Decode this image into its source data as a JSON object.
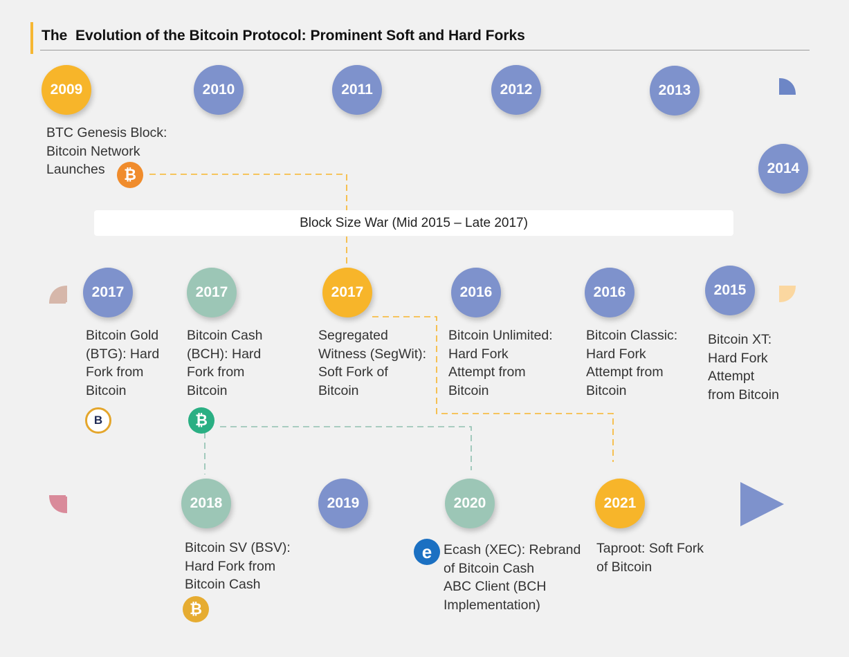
{
  "title": "The  Evolution of the Bitcoin Protocol: Prominent Soft and Hard Forks",
  "colors": {
    "blue": "#7e92cc",
    "orange": "#f7b52a",
    "teal": "#9cc6b6",
    "btc_orange": "#f08c2c",
    "bch_green": "#2aaf83",
    "bsv_gold": "#e6ac31",
    "ecash_blue": "#1b70c2"
  },
  "block_size_war": "Block Size War (Mid 2015 – Late 2017)",
  "milestones": [
    {
      "year": "2009",
      "color": "#f7b52a"
    },
    {
      "year": "2010",
      "color": "#7e92cc"
    },
    {
      "year": "2011",
      "color": "#7e92cc"
    },
    {
      "year": "2012",
      "color": "#7e92cc"
    },
    {
      "year": "2013",
      "color": "#7e92cc"
    },
    {
      "year": "2014",
      "color": "#7e92cc"
    },
    {
      "year": "2015",
      "color": "#7e92cc"
    },
    {
      "year": "2016",
      "color": "#7e92cc"
    },
    {
      "year": "2016",
      "color": "#7e92cc"
    },
    {
      "year": "2017",
      "color": "#f7b52a"
    },
    {
      "year": "2017",
      "color": "#9cc6b6"
    },
    {
      "year": "2017",
      "color": "#7e92cc"
    },
    {
      "year": "2018",
      "color": "#9cc6b6"
    },
    {
      "year": "2019",
      "color": "#7e92cc"
    },
    {
      "year": "2020",
      "color": "#9cc6b6"
    },
    {
      "year": "2021",
      "color": "#f7b52a"
    }
  ],
  "events": {
    "genesis": "BTC Genesis Block:\nBitcoin Network\nLaunches",
    "bitcoin_xt": "Bitcoin XT:\nHard Fork\nAttempt\nfrom Bitcoin",
    "bitcoin_classic": "Bitcoin Classic:\nHard Fork\nAttempt from\nBitcoin",
    "bitcoin_unlimited": "Bitcoin Unlimited:\nHard Fork\nAttempt from\nBitcoin",
    "segwit": "Segregated\nWitness (SegWit):\nSoft Fork of\nBitcoin",
    "bitcoin_cash": "Bitcoin Cash\n(BCH): Hard\nFork from\nBitcoin",
    "bitcoin_gold": "Bitcoin Gold\n(BTG): Hard\nFork from\nBitcoin",
    "bitcoin_sv": "Bitcoin SV (BSV):\nHard Fork from\nBitcoin Cash",
    "ecash": "Ecash (XEC): Rebrand\nof Bitcoin Cash\nABC Client (BCH\nImplementation)",
    "taproot": "Taproot: Soft Fork\nof Bitcoin"
  },
  "icons": [
    {
      "name": "bitcoin-icon",
      "glyph": "₿"
    },
    {
      "name": "bitcoin-gold-icon",
      "glyph": "B"
    },
    {
      "name": "bitcoin-cash-icon",
      "glyph": "₿"
    },
    {
      "name": "bitcoin-sv-icon",
      "glyph": "₿"
    },
    {
      "name": "ecash-icon",
      "glyph": "e"
    }
  ]
}
